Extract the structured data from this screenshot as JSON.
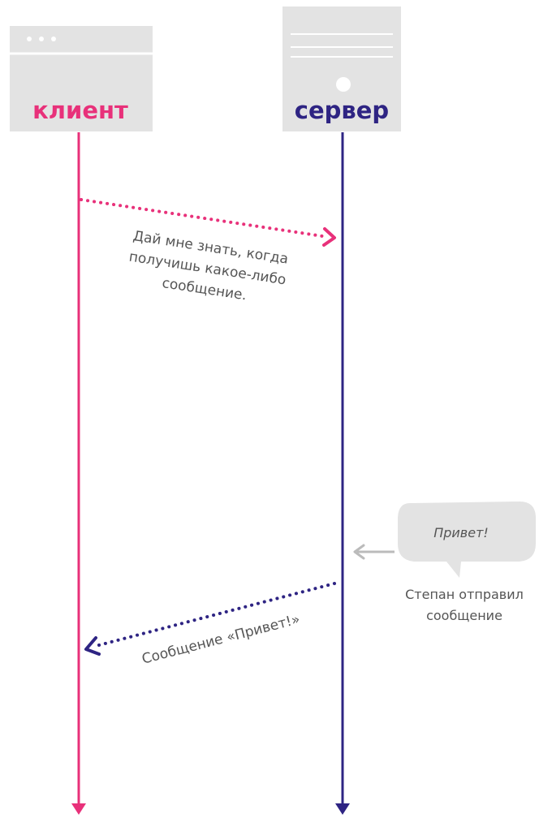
{
  "actors": {
    "client": {
      "label": "клиент",
      "color": "#e8317a",
      "icon": "browser-window-icon"
    },
    "server": {
      "label": "сервер",
      "color": "#2e2483",
      "icon": "server-icon"
    }
  },
  "messages": {
    "request": {
      "lines": [
        "Дай мне знать, когда",
        "получишь какое-либо",
        "сообщение."
      ],
      "color": "#e8317a"
    },
    "response": {
      "text": "Сообщение «Привет!»",
      "color": "#2e2483"
    }
  },
  "event": {
    "bubble_text": "Привет!",
    "caption_lines": [
      "Степан отправил",
      "сообщение"
    ],
    "color": "#bbbbbb"
  },
  "colors": {
    "box_gray": "#e3e3e3",
    "text_gray": "#555555"
  }
}
